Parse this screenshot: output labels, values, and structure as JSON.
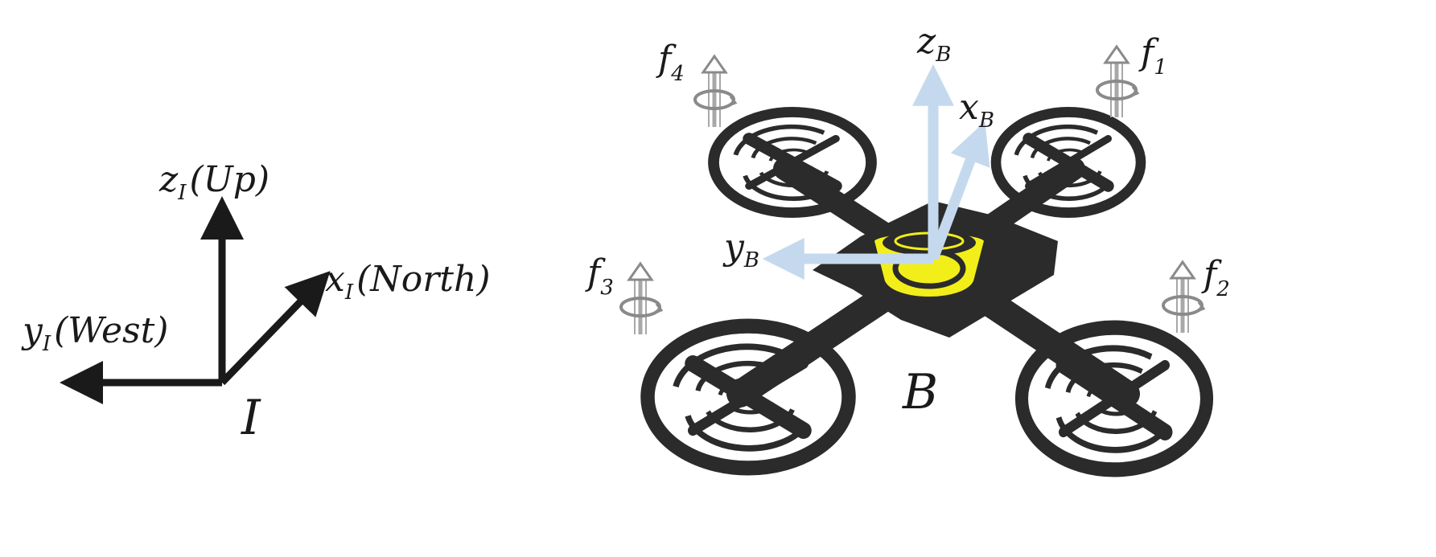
{
  "inertial_frame": {
    "name": "I",
    "z_axis": {
      "symbol": "z",
      "subscript": "I",
      "direction": "(Up)"
    },
    "x_axis": {
      "symbol": "x",
      "subscript": "I",
      "direction": "(North)"
    },
    "y_axis": {
      "symbol": "y",
      "subscript": "I",
      "direction": "(West)"
    }
  },
  "body_frame": {
    "name": "B",
    "z_axis": {
      "symbol": "z",
      "subscript": "B"
    },
    "x_axis": {
      "symbol": "x",
      "subscript": "B"
    },
    "y_axis": {
      "symbol": "y",
      "subscript": "B"
    },
    "axis_color": "#c5d9ee"
  },
  "rotor_forces": [
    {
      "symbol": "f",
      "subscript": "1"
    },
    {
      "symbol": "f",
      "subscript": "2"
    },
    {
      "symbol": "f",
      "subscript": "3"
    },
    {
      "symbol": "f",
      "subscript": "4"
    }
  ],
  "colors": {
    "body": "#2b2b2b",
    "hub": "#f2ee1a",
    "force_icon": "#a8a8a8"
  }
}
